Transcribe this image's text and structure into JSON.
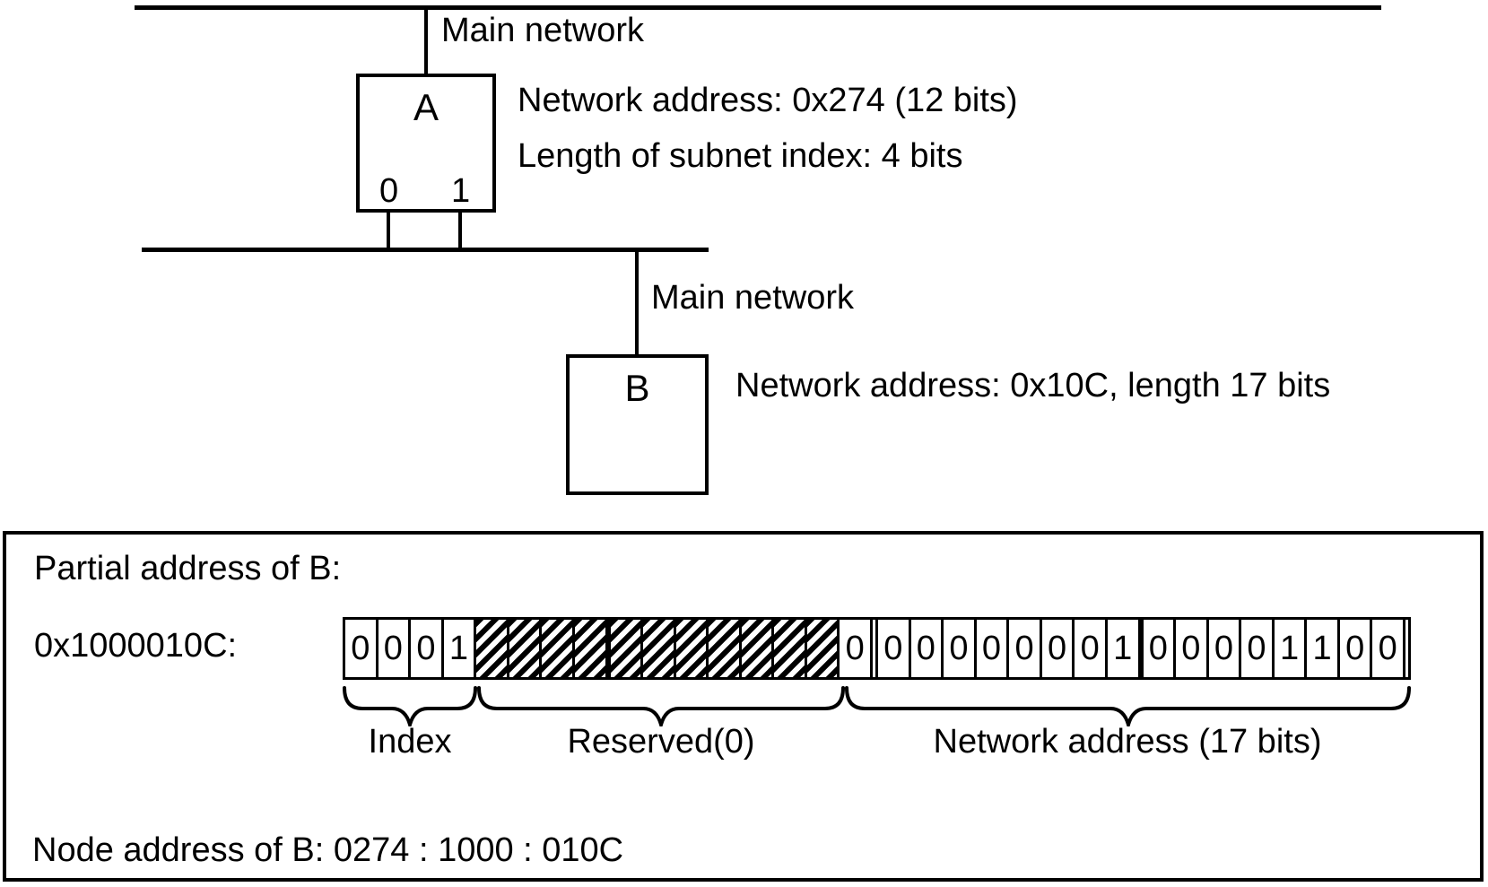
{
  "diagram": {
    "main_bus": {
      "label": "Main network"
    },
    "router_a": {
      "name": "A",
      "port_left": "0",
      "port_right": "1",
      "info_line1": "Network address: 0x274 (12 bits)",
      "info_line2": "Length of subnet index: 4 bits"
    },
    "subnet_bus": {
      "label": "Main network"
    },
    "router_b": {
      "name": "B",
      "info_line1": "Network address: 0x10C, length 17 bits"
    }
  },
  "panel": {
    "title": "Partial address of B:",
    "address_hex": "0x1000010C:",
    "bitfield": {
      "index_bits": [
        "0",
        "0",
        "0",
        "1"
      ],
      "reserved_cell_count": 11,
      "network_bits": [
        "0",
        "0",
        "0",
        "0",
        "0",
        "0",
        "0",
        "0",
        "1",
        "0",
        "0",
        "0",
        "0",
        "1",
        "1",
        "0",
        "0"
      ]
    },
    "group_labels": {
      "index": "Index",
      "reserved": "Reserved(0)",
      "network": "Network address (17 bits)"
    },
    "node_address": "Node address of B: 0274 : 1000 : 010C"
  },
  "colors": {
    "ink": "#000000",
    "paper": "#ffffff"
  }
}
